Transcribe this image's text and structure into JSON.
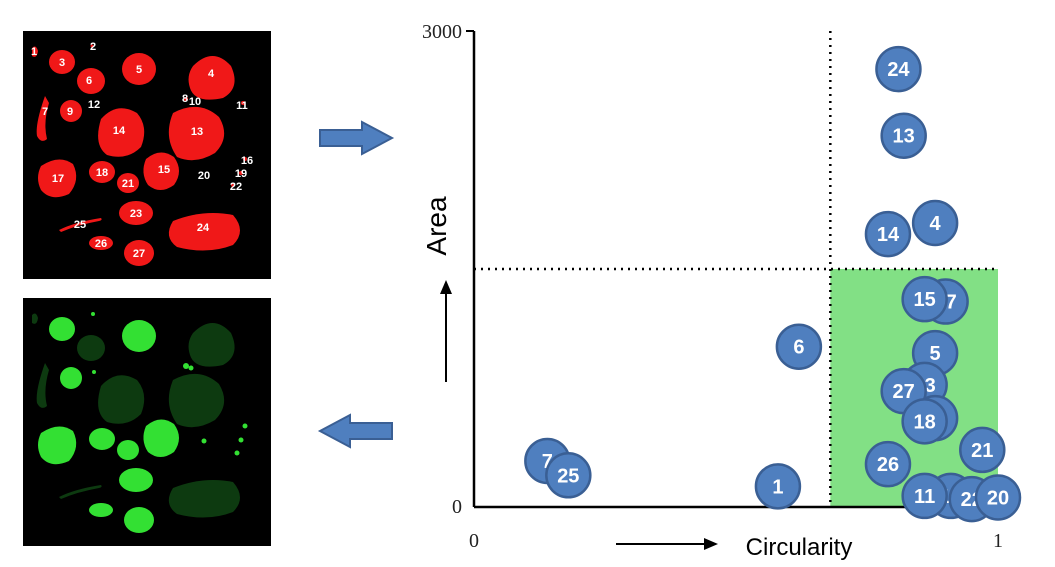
{
  "segmentation_panel": {
    "labels": [
      "1",
      "2",
      "3",
      "4",
      "5",
      "6",
      "7",
      "8",
      "9",
      "10",
      "11",
      "12",
      "13",
      "14",
      "15",
      "16",
      "17",
      "18",
      "19",
      "20",
      "21",
      "22",
      "23",
      "24",
      "25",
      "26",
      "27"
    ]
  },
  "chart_data": {
    "type": "scatter",
    "xlabel": "Circularity",
    "ylabel": "Area",
    "xlim": [
      0,
      1
    ],
    "ylim": [
      0,
      3000
    ],
    "x_ticks": [
      "0",
      "1"
    ],
    "y_ticks": [
      "0",
      "3000"
    ],
    "thresholds": {
      "circularity": 0.68,
      "area": 1500
    },
    "accepted_region_color": "#82e085",
    "marker_color": "#4f7fbf",
    "points": [
      {
        "label": "24",
        "x": 0.81,
        "y": 2760
      },
      {
        "label": "13",
        "x": 0.82,
        "y": 2340
      },
      {
        "label": "4",
        "x": 0.88,
        "y": 1790
      },
      {
        "label": "14",
        "x": 0.79,
        "y": 1720
      },
      {
        "label": "17",
        "x": 0.9,
        "y": 1295
      },
      {
        "label": "15",
        "x": 0.86,
        "y": 1310
      },
      {
        "label": "6",
        "x": 0.62,
        "y": 1010
      },
      {
        "label": "5",
        "x": 0.88,
        "y": 970
      },
      {
        "label": "23",
        "x": 0.86,
        "y": 770
      },
      {
        "label": "27",
        "x": 0.82,
        "y": 730
      },
      {
        "label": "9",
        "x": 0.88,
        "y": 560
      },
      {
        "label": "18",
        "x": 0.86,
        "y": 540
      },
      {
        "label": "21",
        "x": 0.97,
        "y": 360
      },
      {
        "label": "26",
        "x": 0.79,
        "y": 270
      },
      {
        "label": "7",
        "x": 0.14,
        "y": 290
      },
      {
        "label": "25",
        "x": 0.18,
        "y": 200
      },
      {
        "label": "1",
        "x": 0.58,
        "y": 130
      },
      {
        "label": "12",
        "x": 0.91,
        "y": 70
      },
      {
        "label": "22",
        "x": 0.95,
        "y": 50
      },
      {
        "label": "11",
        "x": 0.86,
        "y": 70
      },
      {
        "label": "20",
        "x": 1.0,
        "y": 60
      }
    ]
  }
}
